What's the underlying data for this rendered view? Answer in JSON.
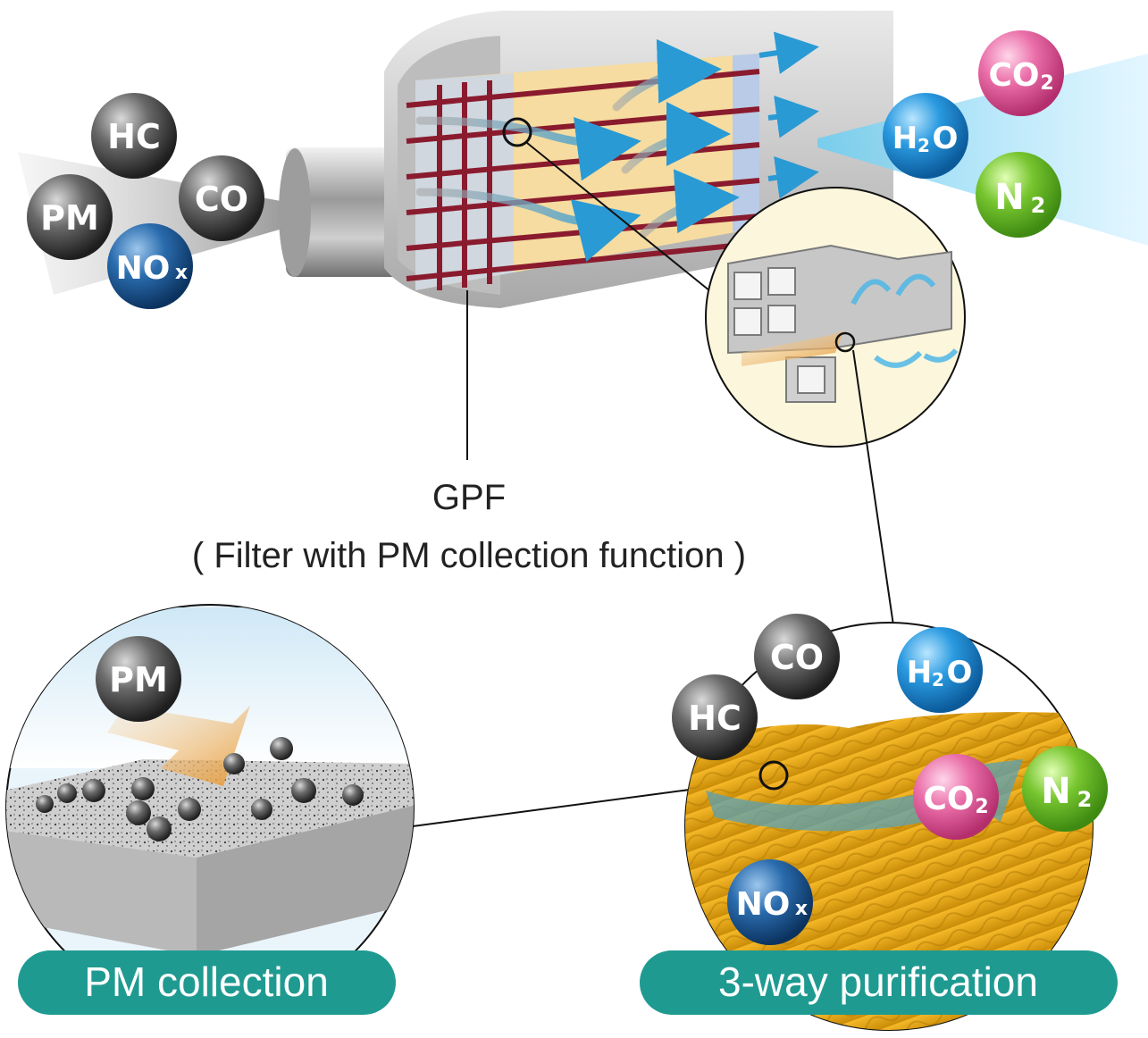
{
  "colors": {
    "gray_molecule": "#3a3a3a",
    "blue_molecule": "#1f5c93",
    "h2o_molecule": "#1f8fd6",
    "co2_molecule": "#e0609c",
    "n2_molecule": "#6cc02b",
    "pill": "#1f9a91",
    "filter_wall": "#8a1b2e",
    "filter_fill": "#f6dca0",
    "catalyst": "#e2a110",
    "blue_glow": "#7fd0f0"
  },
  "exhaust_in": {
    "hc": "HC",
    "co": "CO",
    "pm": "PM",
    "nox_main": "NO",
    "nox_sub": "x"
  },
  "exhaust_out": {
    "co2_main": "CO",
    "co2_sub": "2",
    "h2o_h": "H",
    "h2o_sub": "2",
    "h2o_o": "O",
    "n2_main": "N",
    "n2_sub": "2"
  },
  "gpf_label": "GPF",
  "gpf_caption": "( Filter with PM collection function )",
  "pm_panel": {
    "pm": "PM",
    "pill_label": "PM collection"
  },
  "three_way_panel": {
    "co": "CO",
    "hc": "HC",
    "h2o_h": "H",
    "h2o_sub": "2",
    "h2o_o": "O",
    "co2_main": "CO",
    "co2_sub": "2",
    "n2_main": "N",
    "n2_sub": "2",
    "nox_main": "NO",
    "nox_sub": "x",
    "pill_label": "3-way purification"
  }
}
